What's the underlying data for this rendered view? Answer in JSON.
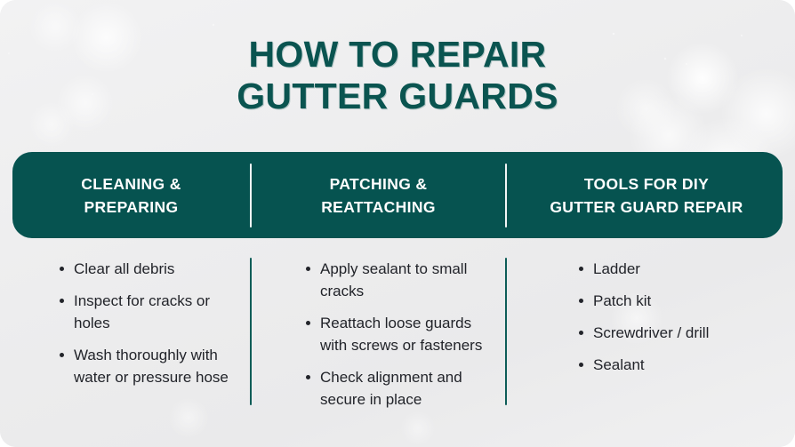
{
  "theme": {
    "accent_teal": "#065350",
    "title_teal": "#0a5450",
    "body_text": "#22242a",
    "background": "#efeff0",
    "divider_white": "#ffffff",
    "divider_teal": "#0d5d58"
  },
  "title": {
    "line1": "HOW TO REPAIR",
    "line2": "GUTTER GUARDS"
  },
  "columns": [
    {
      "heading_line1": "CLEANING &",
      "heading_line2": "PREPARING",
      "bullets": [
        "Clear all debris",
        "Inspect for cracks or holes",
        "Wash thoroughly with water or pressure hose"
      ]
    },
    {
      "heading_line1": "PATCHING &",
      "heading_line2": "REATTACHING",
      "bullets": [
        "Apply sealant to small cracks",
        "Reattach loose guards with screws or fasteners",
        "Check alignment and secure in place"
      ]
    },
    {
      "heading_line1": "TOOLS FOR DIY",
      "heading_line2": "GUTTER GUARD REPAIR",
      "bullets": [
        "Ladder",
        "Patch kit",
        "Screwdriver / drill",
        "Sealant"
      ]
    }
  ]
}
